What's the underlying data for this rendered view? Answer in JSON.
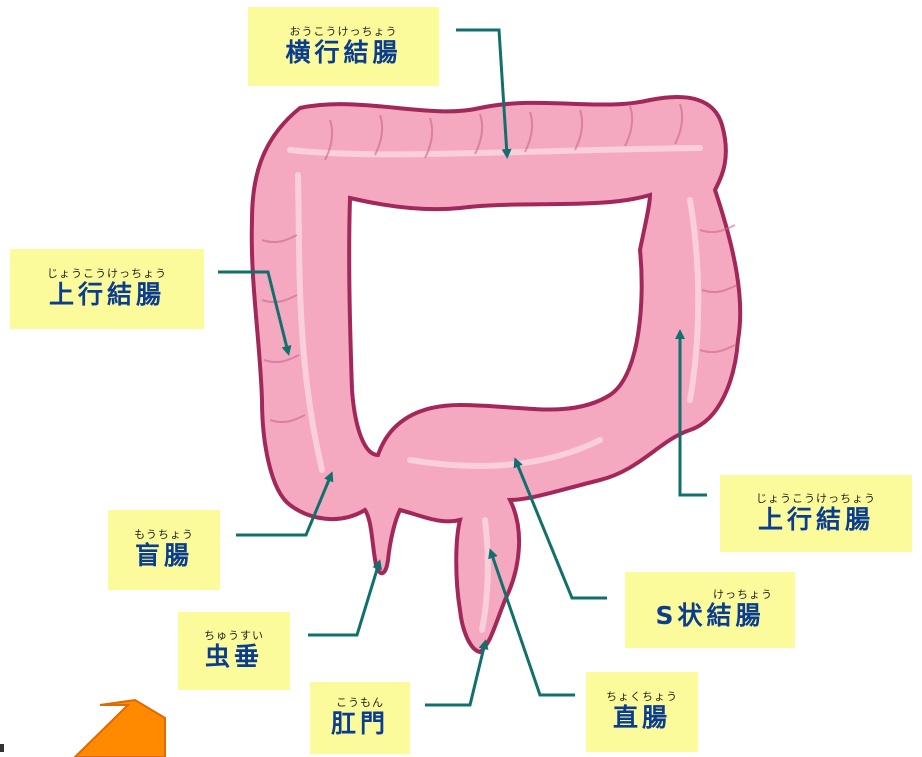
{
  "labels": {
    "transverse": {
      "ruby": "おうこうけっちょう",
      "text": "横行結腸"
    },
    "ascending": {
      "ruby": "じょうこうけっちょう",
      "text": "上行結腸"
    },
    "descending": {
      "ruby": "じょうこうけっちょう",
      "text": "上行結腸"
    },
    "cecum": {
      "ruby": "もうちょう",
      "text": "盲腸"
    },
    "appendix": {
      "ruby": "ちゅうすい",
      "text": "虫垂"
    },
    "anus": {
      "ruby": "こうもん",
      "text": "肛門"
    },
    "sigmoid": {
      "ruby": "けっちょう",
      "text": "S状結腸"
    },
    "rectum": {
      "ruby": "ちょくちょう",
      "text": "直腸"
    }
  },
  "colors": {
    "intestine_fill": "#f4a9c0",
    "intestine_outline": "#a3285a",
    "leader": "#12706c",
    "label_bg": "#fbfb9b",
    "label_text": "#0a3d8f",
    "arrow_shape": "#ff8a00"
  }
}
